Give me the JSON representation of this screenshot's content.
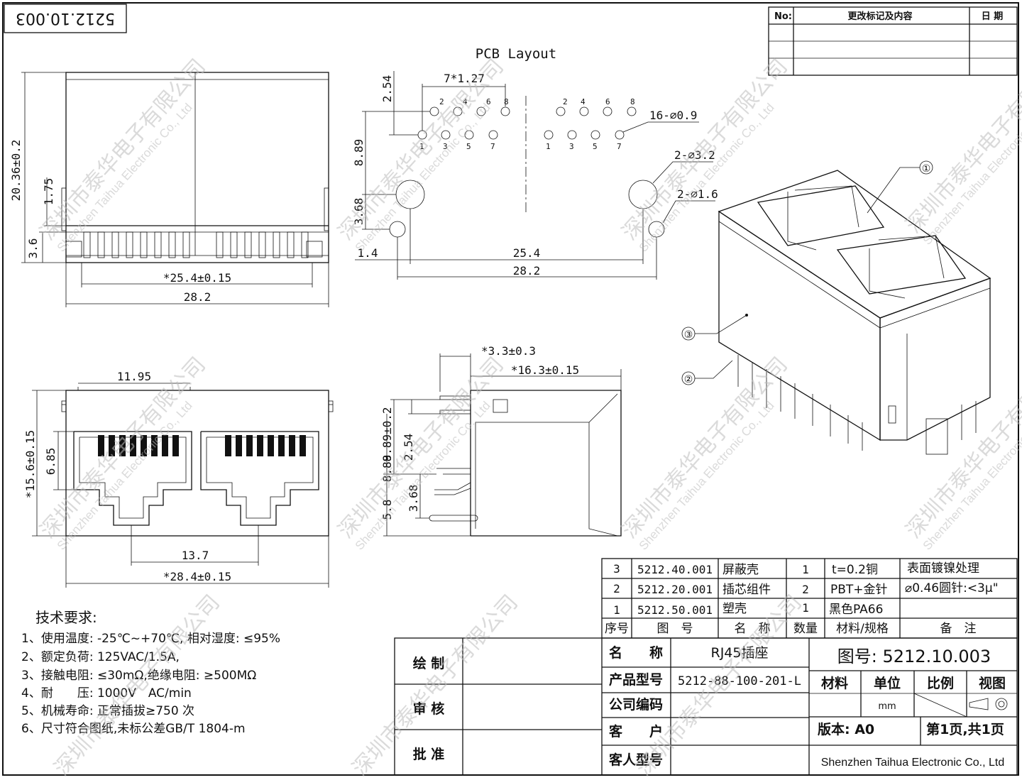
{
  "doc_code_box": "5212.10.003",
  "pcb_layout_title": "PCB Layout",
  "revision_table": {
    "headers": [
      "No:",
      "更改标记及内容",
      "日 期"
    ]
  },
  "dims": {
    "front": {
      "height": "20.36±0.2",
      "d175": "1.75",
      "d36": "3.6",
      "pitch": "*25.4±0.15",
      "width": "28.2"
    },
    "pcb": {
      "d254": "2.54",
      "pitch": "7*1.27",
      "d889": "8.89",
      "d368": "3.68",
      "d14": "1.4",
      "d254b": "25.4",
      "d282": "28.2",
      "holes16": "16-⌀0.9",
      "holes32": "2-⌀3.2",
      "holes16b": "2-⌀1.6",
      "pins_top": [
        "2",
        "4",
        "6",
        "8"
      ],
      "pins_bottom": [
        "1",
        "3",
        "5",
        "7"
      ]
    },
    "face": {
      "d1195": "11.95",
      "d156": "*15.6±0.15",
      "d685": "6.85",
      "d137": "13.7",
      "d284": "*28.4±0.15"
    },
    "side": {
      "d33": "*3.3±0.3",
      "d163": "*16.3±0.15",
      "d889": "8.89±0.2",
      "d254": "2.54",
      "d889b": "8.89",
      "d368": "3.68",
      "d58": "5.8"
    }
  },
  "callouts": [
    "①",
    "②",
    "③"
  ],
  "tech": {
    "title": "技术要求:",
    "items": [
      "1、使用温度: -25℃~+70℃, 相对湿度: ≤95%",
      "2、额定负荷: 125VAC/1.5A,",
      "3、接触电阻: ≤30mΩ,绝缘电阻: ≥500MΩ",
      "4、耐　　压: 1000V　AC/min",
      "5、机械寿命: 正常插拔≥750 次",
      "6、尺寸符合图纸,未标公差GB/T 1804-m"
    ]
  },
  "bom": {
    "rows": [
      [
        "3",
        "5212.40.001",
        "屏蔽壳",
        "1",
        "t=0.2铜",
        "表面镀镍处理"
      ],
      [
        "2",
        "5212.20.001",
        "插芯组件",
        "2",
        "PBT+金针",
        "⌀0.46圆针:<3μ\""
      ],
      [
        "1",
        "5212.50.001",
        "塑壳",
        "1",
        "黑色PA66",
        ""
      ]
    ],
    "headers": [
      "序号",
      "图　号",
      "名　称",
      "数量",
      "材料/规格",
      "备　注"
    ]
  },
  "title_block": {
    "draw": "绘 制",
    "check": "审 核",
    "approve": "批 准",
    "name_label": "名　　称",
    "name_value": "RJ45插座",
    "model_label": "产品型号",
    "model_value": "5212-88-100-201-L",
    "code_label": "公司编码",
    "customer_label": "客　　户",
    "cust_model_label": "客人型号",
    "drawing_no": "图号: 5212.10.003",
    "material": "材料",
    "unit": "单位",
    "scale": "比例",
    "view": "视图",
    "unit_value": "mm",
    "version": "版本: A0",
    "page": "第1页,共1页",
    "company": "Shenzhen Taihua Electronic Co., Ltd"
  },
  "watermark": {
    "cn": "深圳市泰华电子有限公司",
    "en": "Shenzhen Taihua Electronic Co., Ltd"
  }
}
